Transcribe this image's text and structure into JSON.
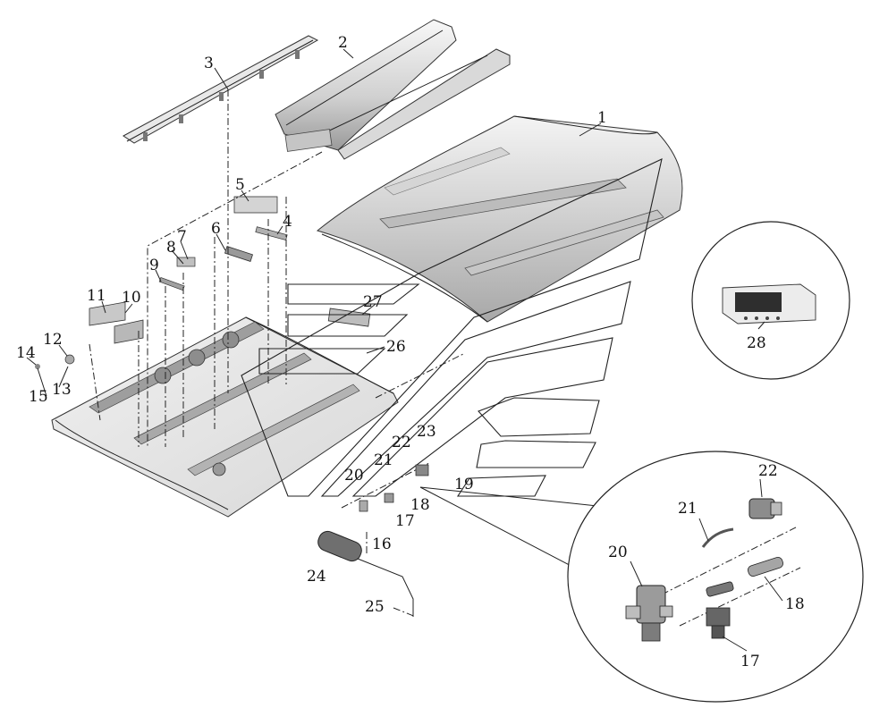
{
  "title": "",
  "callouts": [
    {
      "id": "c1",
      "label": "1"
    },
    {
      "id": "c2",
      "label": "2"
    },
    {
      "id": "c3",
      "label": "3"
    },
    {
      "id": "c4",
      "label": "4"
    },
    {
      "id": "c5",
      "label": "5"
    },
    {
      "id": "c6",
      "label": "6"
    },
    {
      "id": "c7",
      "label": "7"
    },
    {
      "id": "c8",
      "label": "8"
    },
    {
      "id": "c9",
      "label": "9"
    },
    {
      "id": "c10",
      "label": "10"
    },
    {
      "id": "c11",
      "label": "11"
    },
    {
      "id": "c12",
      "label": "12"
    },
    {
      "id": "c13",
      "label": "13"
    },
    {
      "id": "c14",
      "label": "14"
    },
    {
      "id": "c15",
      "label": "15"
    },
    {
      "id": "c16",
      "label": "16"
    },
    {
      "id": "c17",
      "label": "17"
    },
    {
      "id": "c18",
      "label": "18"
    },
    {
      "id": "c19",
      "label": "19"
    },
    {
      "id": "c20",
      "label": "20"
    },
    {
      "id": "c21",
      "label": "21"
    },
    {
      "id": "c22",
      "label": "22"
    },
    {
      "id": "c23",
      "label": "23"
    },
    {
      "id": "c24",
      "label": "24"
    },
    {
      "id": "c25",
      "label": "25"
    },
    {
      "id": "c26",
      "label": "26"
    },
    {
      "id": "c27",
      "label": "27"
    },
    {
      "id": "c28",
      "label": "28"
    }
  ],
  "detail_callouts": [
    {
      "id": "d22",
      "label": "22"
    },
    {
      "id": "d21",
      "label": "21"
    },
    {
      "id": "d20",
      "label": "20"
    },
    {
      "id": "d18",
      "label": "18"
    },
    {
      "id": "d17",
      "label": "17"
    }
  ],
  "colors": {
    "ink": "#222222",
    "shade_light": "#e6e6e6",
    "shade_mid": "#bdbdbd",
    "shade_dark": "#8a8a8a"
  }
}
